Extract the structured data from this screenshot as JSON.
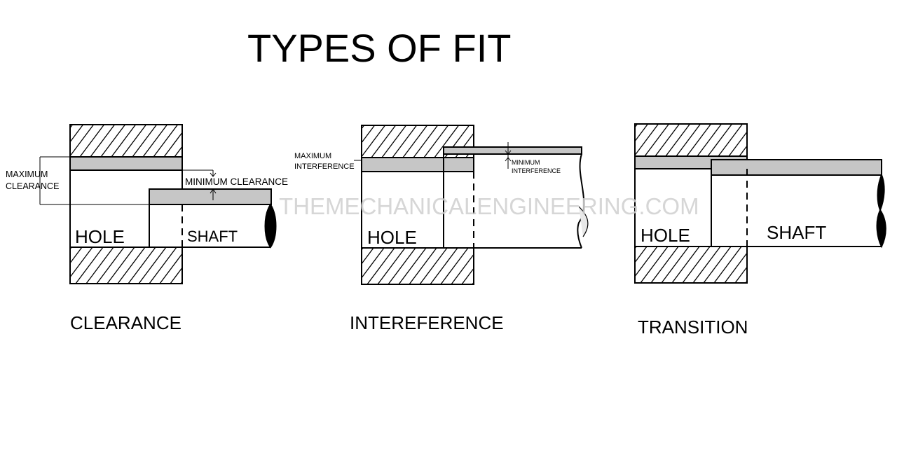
{
  "title": "TYPES OF FIT",
  "watermark": "THEMECHANICALENGINEERING.COM",
  "colors": {
    "ink": "#000000",
    "tolerance_zone": "#c6c6c6",
    "watermark": "#cfcfcf",
    "background": "#ffffff"
  },
  "panels": [
    {
      "id": "clearance",
      "caption": "CLEARANCE",
      "hole_label": "HOLE",
      "shaft_label": "SHAFT",
      "annotations": {
        "max": "MAXIMUM\nCLEARANCE",
        "min": "MINIMUM CLEARANCE"
      }
    },
    {
      "id": "interference",
      "caption": "INTEREFERENCE",
      "hole_label": "HOLE",
      "shaft_label": "",
      "annotations": {
        "max": "MAXIMUM\nINTERFERENCE",
        "min": "MINIMUM\nINTERFERENCE"
      }
    },
    {
      "id": "transition",
      "caption": "TRANSITION",
      "hole_label": "HOLE",
      "shaft_label": "SHAFT",
      "annotations": {}
    }
  ]
}
